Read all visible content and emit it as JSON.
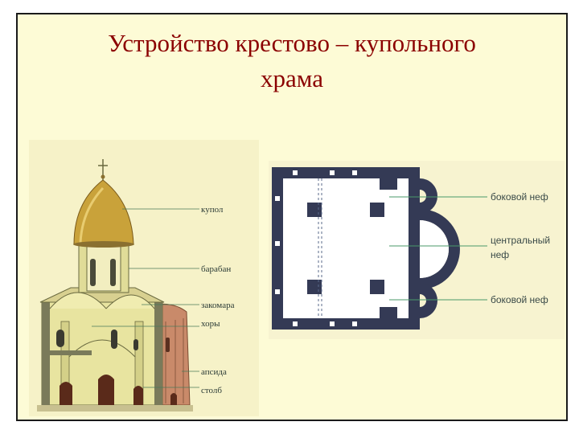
{
  "title": {
    "line1": "Устройство крестово – купольного",
    "line2": "храма"
  },
  "section_labels": {
    "dome": "купол",
    "drum": "барабан",
    "zakomara": "закомара",
    "choir": "хоры",
    "apse": "апсида",
    "pillar": "столб"
  },
  "plan_labels": {
    "side_nave_top": "боковой неф",
    "central_nave_line1": "центральный",
    "central_nave_line2": "неф",
    "side_nave_bottom": "боковой неф"
  },
  "colors": {
    "title": "#8b0000",
    "background": "#fdfbd6",
    "plan_wall": "#343a55",
    "leader_line": "#4a9a6a",
    "dome": "#c9a23a"
  }
}
